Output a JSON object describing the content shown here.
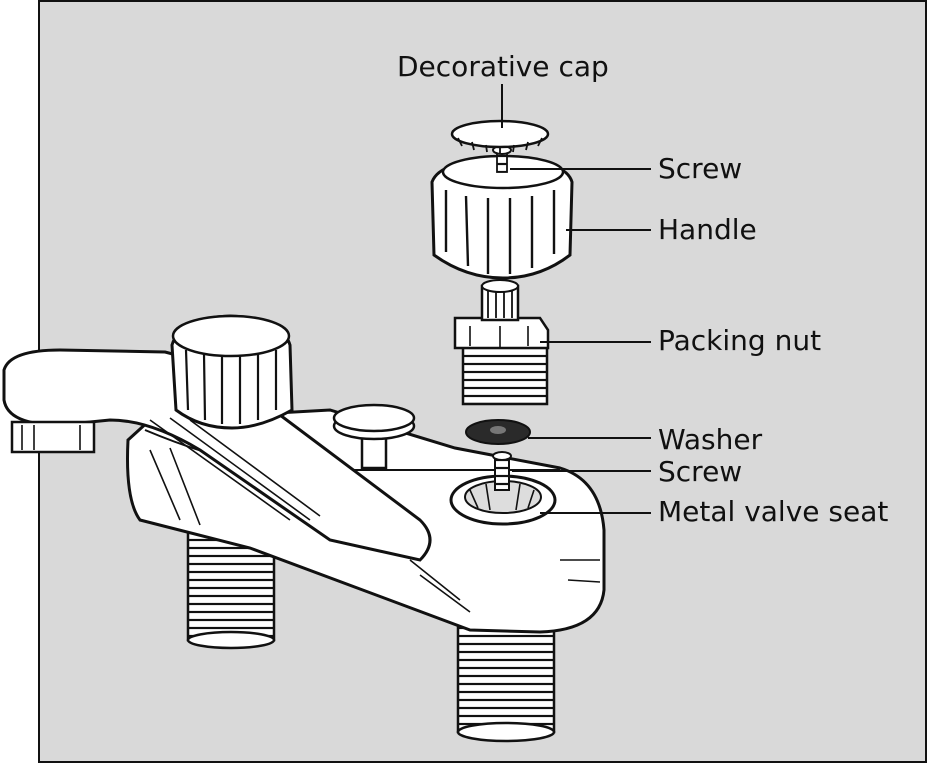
{
  "diagram": {
    "title": "",
    "labels": {
      "decorative_cap": "Decorative cap",
      "screw_top": "Screw",
      "handle": "Handle",
      "packing_nut": "Packing nut",
      "washer": "Washer",
      "screw_bottom": "Screw",
      "metal_valve_seat": "Metal valve seat"
    },
    "colors": {
      "background": "#d9d9d9",
      "line": "#111111",
      "part_fill": "#ffffff",
      "washer_fill": "#2a2a2a"
    }
  }
}
